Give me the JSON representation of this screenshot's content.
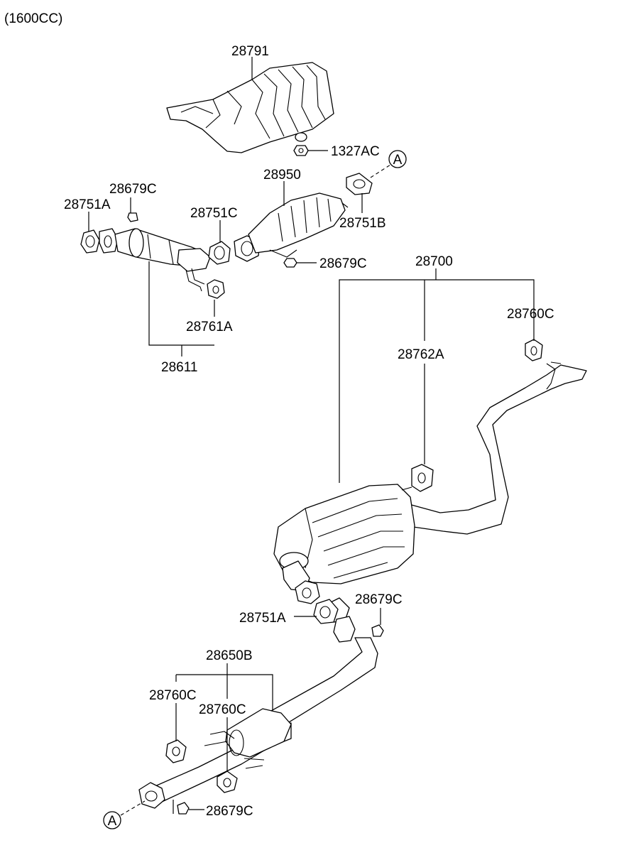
{
  "engine_label": "(1600CC)",
  "ref_marks": {
    "top": "A",
    "bottom": "A"
  },
  "parts": {
    "heat_protector": "28791",
    "heat_protector_nut": "1327AC",
    "catalytic_converter": "28950",
    "gasket_cat_front": "28751C",
    "gasket_cat_rear": "28751B",
    "nut_cat": "28679C",
    "nut_front_pipe": "28679C",
    "gasket_front_pipe": "28751A",
    "hanger_front_pipe": "28761A",
    "front_pipe_assy": "28611",
    "muffler_assy": "28700",
    "hanger_muffler": "28762A",
    "hanger_tail": "28760C",
    "gasket_muffler": "28751A",
    "nut_muffler": "28679C",
    "center_pipe_assy": "28650B",
    "hanger_center_1": "28760C",
    "hanger_center_2": "28760C",
    "nut_center": "28679C"
  }
}
